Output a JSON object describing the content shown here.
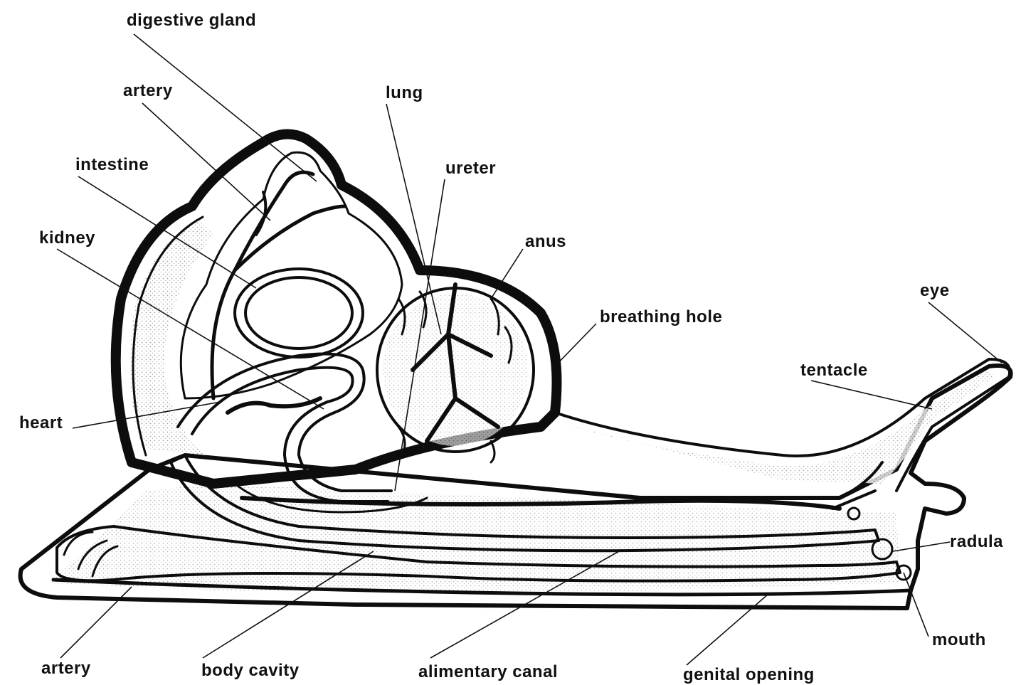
{
  "labels": {
    "digestive_gland": "digestive gland",
    "artery_top": "artery",
    "intestine": "intestine",
    "kidney": "kidney",
    "heart": "heart",
    "lung": "lung",
    "ureter": "ureter",
    "anus": "anus",
    "breathing_hole": "breathing hole",
    "eye": "eye",
    "tentacle": "tentacle",
    "radula": "radula",
    "mouth": "mouth",
    "artery_bottom": "artery",
    "body_cavity": "body cavity",
    "alimentary_canal": "alimentary canal",
    "genital_opening": "genital opening"
  },
  "colors": {
    "ink": "#111111",
    "paper": "#ffffff",
    "stipple": "#c8c8c8"
  }
}
